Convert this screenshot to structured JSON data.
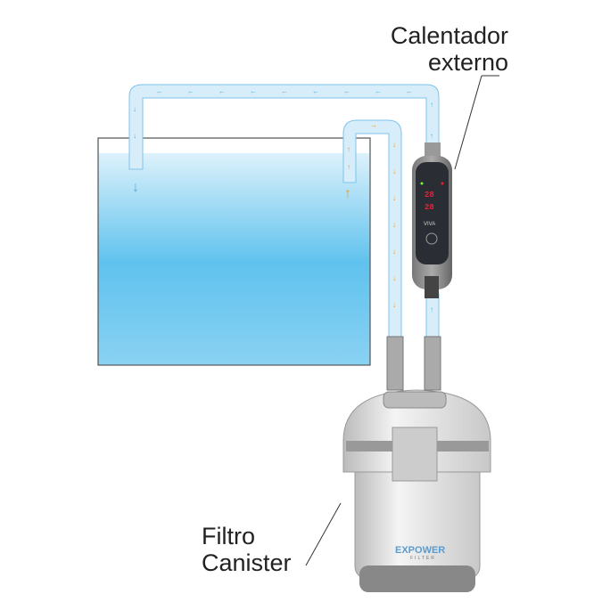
{
  "labels": {
    "heater_line1": "Calentador",
    "heater_line2": "externo",
    "filter_line1": "Filtro",
    "filter_line2": "Canister"
  },
  "heater": {
    "display_top": "28",
    "display_bottom": "28"
  },
  "filter": {
    "logo_main": "EXPOWER",
    "logo_sub": "FILTER"
  },
  "colors": {
    "water_top": "#e6f4fc",
    "water_bottom": "#4fb8ea",
    "pipe": "#cfe9f8",
    "arrow_cold": "#5aaee0",
    "arrow_warm": "#f29a1f",
    "display": "#e8223a"
  }
}
